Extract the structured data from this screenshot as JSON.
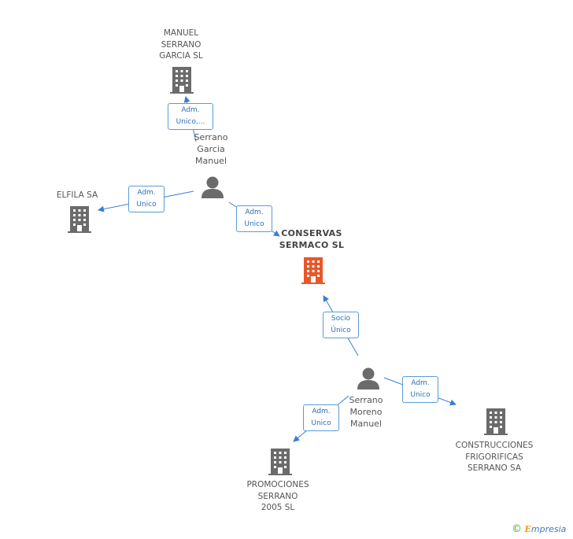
{
  "nodes": {
    "manuel_serrano": {
      "label": "MANUEL\nSERRANO\nGARCIA SL",
      "type": "company"
    },
    "serrano_garcia": {
      "label": "Serrano\nGarcia\nManuel",
      "type": "person"
    },
    "elfila": {
      "label": "ELFILA SA",
      "type": "company"
    },
    "conservas": {
      "label": "CONSERVAS\nSERMACO SL",
      "type": "company-main"
    },
    "serrano_moreno": {
      "label": "Serrano\nMoreno\nManuel",
      "type": "person"
    },
    "construcciones": {
      "label": "CONSTRUCCIONES\nFRIGORIFICAS\nSERRANO SA",
      "type": "company"
    },
    "promociones": {
      "label": "PROMOCIONES\nSERRANO\n2005 SL",
      "type": "company"
    }
  },
  "edges": {
    "e1": {
      "label": "Adm.\nUnico,..."
    },
    "e2": {
      "label": "Adm.\nUnico"
    },
    "e3": {
      "label": "Adm.\nUnico"
    },
    "e4": {
      "label": "Socio\nÚnico"
    },
    "e5": {
      "label": "Adm.\nUnico"
    },
    "e6": {
      "label": "Adm.\nUnico"
    }
  },
  "colors": {
    "company_icon": "#6b6b6b",
    "main_icon": "#e8562a",
    "person_icon": "#6b6b6b",
    "edge": "#3a7dd6"
  },
  "icons": {
    "company": "building-icon",
    "person": "person-icon"
  },
  "watermark": {
    "copyright": "©",
    "brand_initial": "E",
    "brand_rest": "mpresia"
  }
}
